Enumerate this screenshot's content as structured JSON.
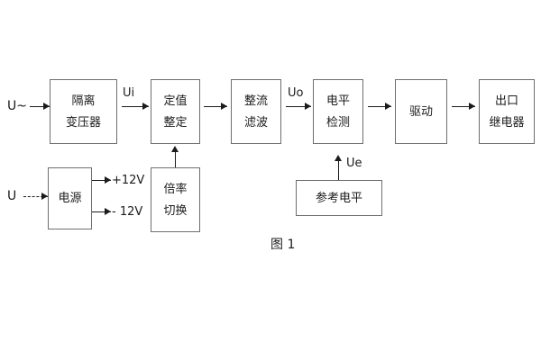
{
  "figure": {
    "caption": "图 1",
    "colors": {
      "box_border": "#6e6e6e",
      "line": "#1b1b1b",
      "background": "#ffffff"
    }
  },
  "blocks": [
    {
      "id": "isolation-transformer",
      "lines": [
        "隔离",
        "变压器"
      ]
    },
    {
      "id": "setting-value",
      "lines": [
        "定值",
        "整定"
      ]
    },
    {
      "id": "rectify-filter",
      "lines": [
        "整流",
        "滤波"
      ]
    },
    {
      "id": "level-detect",
      "lines": [
        "电平",
        "检测"
      ]
    },
    {
      "id": "drive",
      "lines": [
        "驱动"
      ]
    },
    {
      "id": "output-relay",
      "lines": [
        "出口",
        "继电器"
      ]
    },
    {
      "id": "power-supply",
      "lines": [
        "电源"
      ]
    },
    {
      "id": "multiplier-switch",
      "lines": [
        "倍率",
        "切换"
      ]
    },
    {
      "id": "reference-level",
      "lines": [
        "参考电平"
      ]
    }
  ],
  "labels": {
    "input_ac": "U~",
    "input_dc": "U",
    "ui": "Ui",
    "uo": "Uo",
    "ue": "Ue",
    "rail_positive": "+12V",
    "rail_negative": "- 12V"
  }
}
